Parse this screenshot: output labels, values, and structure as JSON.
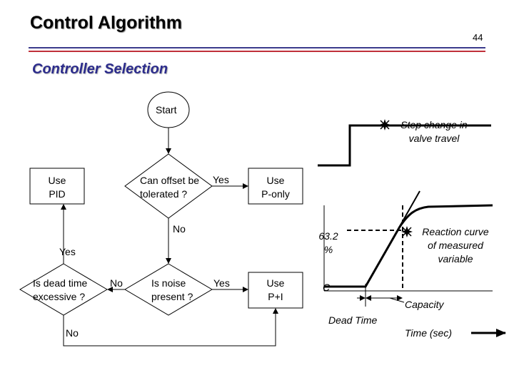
{
  "slide": {
    "title": "Control Algorithm",
    "page_number": "44",
    "subtitle": "Controller Selection"
  },
  "flowchart": {
    "start": "Start",
    "offset_question": [
      "Can offset be",
      "tolerated ?"
    ],
    "use_pid": [
      "Use",
      "PID"
    ],
    "use_p_only": [
      "Use",
      "P-only"
    ],
    "dead_time_question": [
      "Is dead time",
      "excessive ?"
    ],
    "noise_question": [
      "Is noise",
      "present ?"
    ],
    "use_pi": [
      "Use",
      "P+I"
    ],
    "yes_offset": "Yes",
    "no_offset": "No",
    "yes_dead_time": "Yes",
    "no_dead_time_side": "No",
    "no_dead_time_bottom": "No",
    "yes_noise": "Yes"
  },
  "response_plot": {
    "step_change_label": [
      "Step change in",
      "valve travel"
    ],
    "reaction_curve_label": [
      "Reaction curve",
      "of measured",
      "variable"
    ],
    "percent_label": [
      "63.2",
      "%"
    ],
    "c_label": "C",
    "dead_time_label": "Dead Time",
    "capacity_label": "Capacity",
    "time_label": "Time (sec)",
    "chart_data": {
      "type": "line",
      "title": "",
      "xlabel": "Time (sec)",
      "ylabel": "",
      "annotations": [
        "Step change in valve travel",
        "Reaction curve of measured variable",
        "63.2 %",
        "C",
        "Dead Time",
        "Capacity"
      ]
    }
  },
  "colors": {
    "title_rule_top": "#3b3b8c",
    "title_rule_bottom": "#c0303a",
    "subtitle": "#2c2c8c"
  }
}
